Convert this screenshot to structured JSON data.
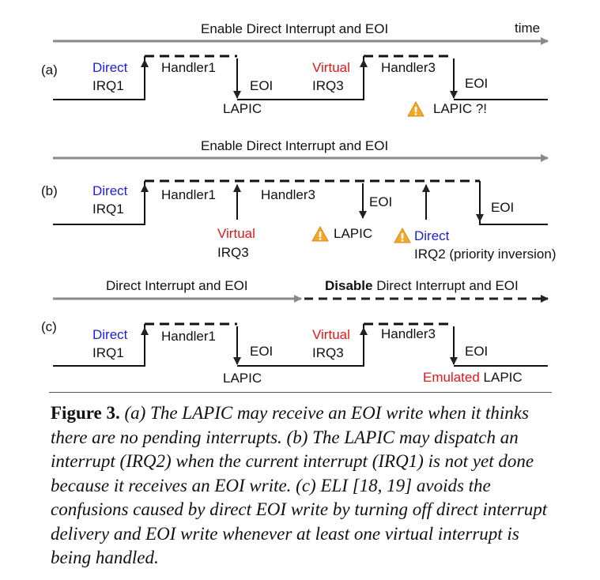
{
  "panel_a": {
    "label": "(a)",
    "timeline_label": "Enable Direct Interrupt and EOI",
    "time_label": "time",
    "irq1_kind": "Direct",
    "irq1_name": "IRQ1",
    "handler1": "Handler1",
    "eoi1": "EOI",
    "lapic1": "LAPIC",
    "irq3_kind": "Virtual",
    "irq3_name": "IRQ3",
    "handler3": "Handler3",
    "eoi2": "EOI",
    "lapic_warn": "LAPIC ?!"
  },
  "panel_b": {
    "label": "(b)",
    "timeline_label": "Enable Direct Interrupt and EOI",
    "irq1_kind": "Direct",
    "irq1_name": "IRQ1",
    "handler1": "Handler1",
    "handler3": "Handler3",
    "irq3_kind": "Virtual",
    "irq3_name": "IRQ3",
    "eoi1": "EOI",
    "lapic_warn": "LAPIC",
    "irq2_kind": "Direct",
    "irq2_name": "IRQ2 (priority inversion)",
    "eoi2": "EOI"
  },
  "panel_c": {
    "label": "(c)",
    "timeline_left": "Direct Interrupt and EOI",
    "timeline_right_bold": "Disable",
    "timeline_right_rest": " Direct Interrupt and EOI",
    "irq1_kind": "Direct",
    "irq1_name": "IRQ1",
    "handler1": "Handler1",
    "eoi1": "EOI",
    "lapic1": "LAPIC",
    "irq3_kind": "Virtual",
    "irq3_name": "IRQ3",
    "handler3": "Handler3",
    "eoi2": "EOI",
    "emulated": "Emulated",
    "emulated_rest": " LAPIC"
  },
  "caption": {
    "label": "Figure 3.",
    "text": "(a) The LAPIC may receive an EOI write when it thinks there are no pending interrupts. (b) The LAPIC may dispatch an interrupt (IRQ2) when the current interrupt (IRQ1) is not yet done because it receives an EOI write. (c) ELI [18, 19] avoids the confusions caused by direct EOI write by turning off direct interrupt delivery and EOI write whenever at least one virtual interrupt is being handled."
  },
  "colors": {
    "direct": "#1f1fd6",
    "virtual": "#e01818",
    "timeline": "#8a8a8a",
    "warning": "#f2a92b"
  },
  "icons": [
    "warning-icon",
    "up-arrow-icon",
    "down-arrow-icon"
  ]
}
